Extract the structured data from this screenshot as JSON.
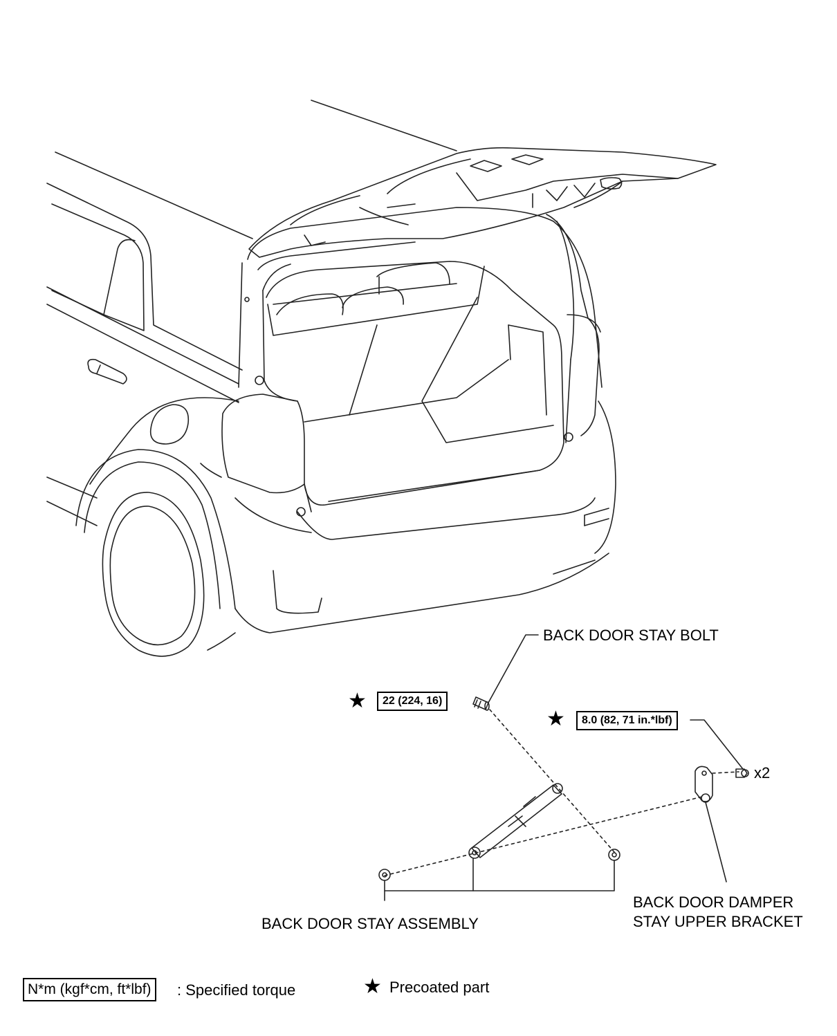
{
  "labels": {
    "stay_bolt": "BACK DOOR STAY BOLT",
    "stay_assembly": "BACK DOOR STAY ASSEMBLY",
    "damper_bracket_line1": "BACK DOOR DAMPER",
    "damper_bracket_line2": "STAY UPPER BRACKET",
    "quantity": "x2"
  },
  "torques": {
    "stay_bolt": "22 (224, 16)",
    "bracket_bolt": "8.0 (82, 71 in.*lbf)"
  },
  "legend": {
    "torque_box": "N*m (kgf*cm, ft*lbf)",
    "torque_text": ": Specified torque",
    "precoat_text": "Precoated part"
  },
  "icons": {
    "precoat": "star-icon"
  },
  "colors": {
    "line": "#000000",
    "background": "#ffffff"
  }
}
